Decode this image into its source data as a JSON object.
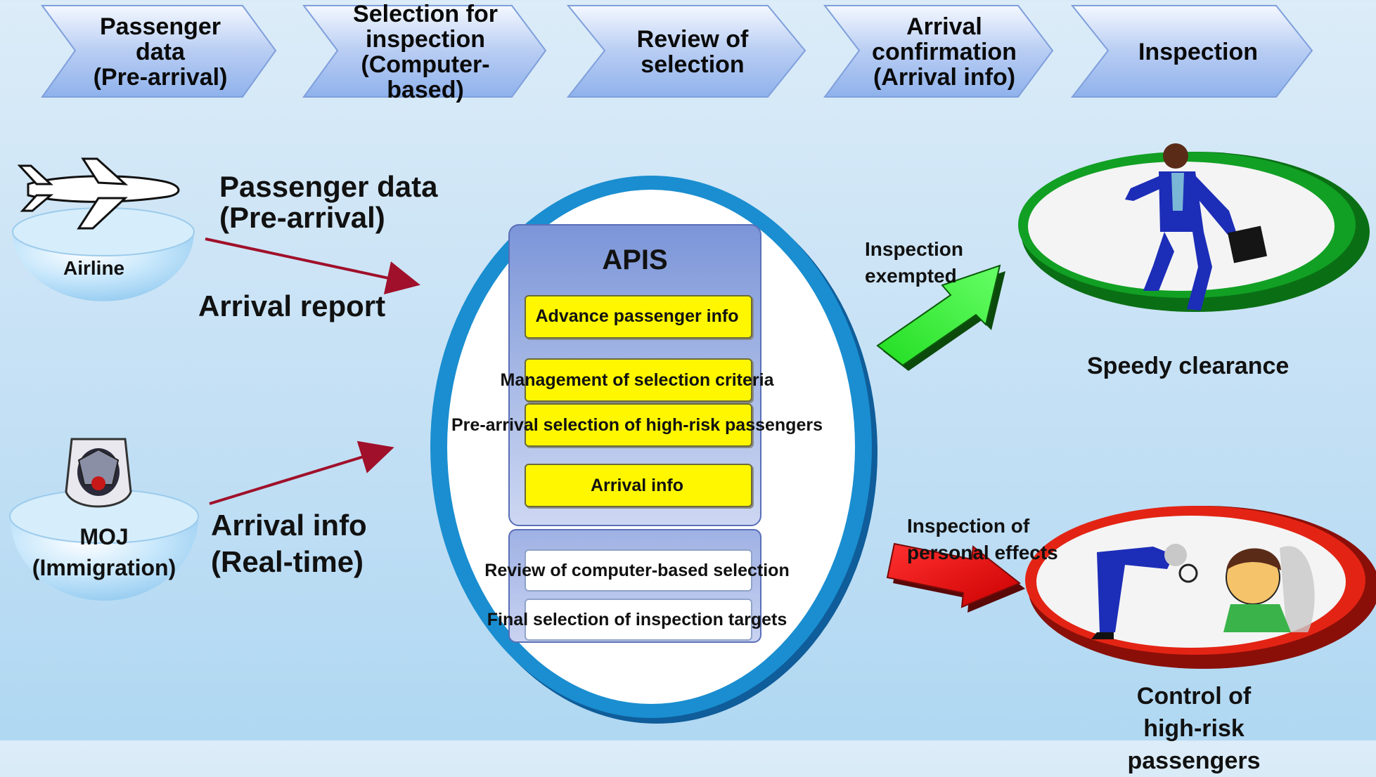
{
  "process_steps": [
    "Passenger\ndata\n(Pre-arrival)",
    "Selection for\ninspection\n(Computer-based)",
    "Review of\nselection",
    "Arrival\nconfirmation\n(Arrival info)",
    "Inspection"
  ],
  "sources": {
    "airline": "Airline",
    "moj": "MOJ\n(Immigration)",
    "passenger_data": "Passenger data\n(Pre-arrival)",
    "arrival_report": "Arrival report",
    "arrival_info": "Arrival info\n(Real-time)"
  },
  "apis": {
    "title": "APIS",
    "advance_passenger_info": "Advance passenger info",
    "management_criteria": "Management of selection criteria",
    "pre_arrival_selection": "Pre-arrival selection of high-risk passengers",
    "arrival_info": "Arrival info",
    "review_selection": "Review of computer-based selection",
    "final_selection": "Final selection of inspection targets"
  },
  "outcomes": {
    "exempted_label": "Inspection\nexempted",
    "speedy_clearance": "Speedy clearance",
    "inspection_label": "Inspection of\npersonal effects",
    "control_label": "Control of high-risk\npassengers"
  },
  "colors": {
    "chevron": "#8fb2ec",
    "oval_ring": "#1a8ed0",
    "yellow_box": "#fff700",
    "arrow_green": "#33ff33",
    "arrow_red": "#ff1a1a",
    "ring_green": "#0b8a1a",
    "ring_red": "#e02010",
    "source_arrow": "#a0102a"
  },
  "icons": [
    "airplane-icon",
    "immigration-emblem-icon",
    "running-businessman-icon",
    "inspector-icon",
    "passenger-face-icon"
  ]
}
